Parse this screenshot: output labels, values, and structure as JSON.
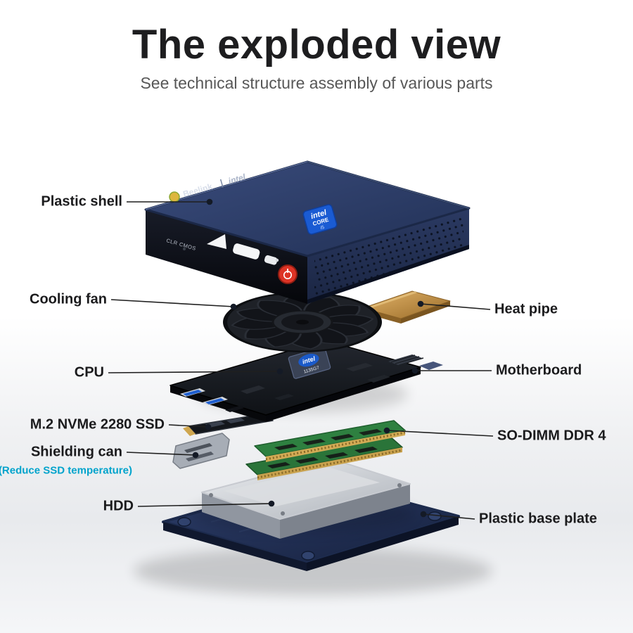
{
  "header": {
    "title": "The exploded view",
    "subtitle": "See technical structure assembly of various parts"
  },
  "labels": {
    "plastic_shell": "Plastic shell",
    "cooling_fan": "Cooling fan",
    "cpu": "CPU",
    "m2_ssd": "M.2 NVMe 2280 SSD",
    "shielding_can": "Shielding can",
    "shielding_can_note": "(Reduce SSD temperature)",
    "hdd": "HDD",
    "heat_pipe": "Heat pipe",
    "motherboard": "Motherboard",
    "so_dimm": "SO-DIMM DDR 4",
    "base_plate": "Plastic base plate"
  },
  "device": {
    "brand": "Beelink",
    "brand_partner": "intel",
    "badge_brand": "intel",
    "badge_line1": "CORE",
    "badge_line2": "i5",
    "front_label": "CLR CMOS",
    "cpu_brand": "intel",
    "cpu_model": "1135G7"
  },
  "colors": {
    "note_accent": "#00a3cc",
    "shell_navy": "#26345a",
    "base_navy": "#1e2c50",
    "copper": "#c08a3e",
    "pcb_dark": "#15181d",
    "label_text": "#1b1b1d"
  }
}
